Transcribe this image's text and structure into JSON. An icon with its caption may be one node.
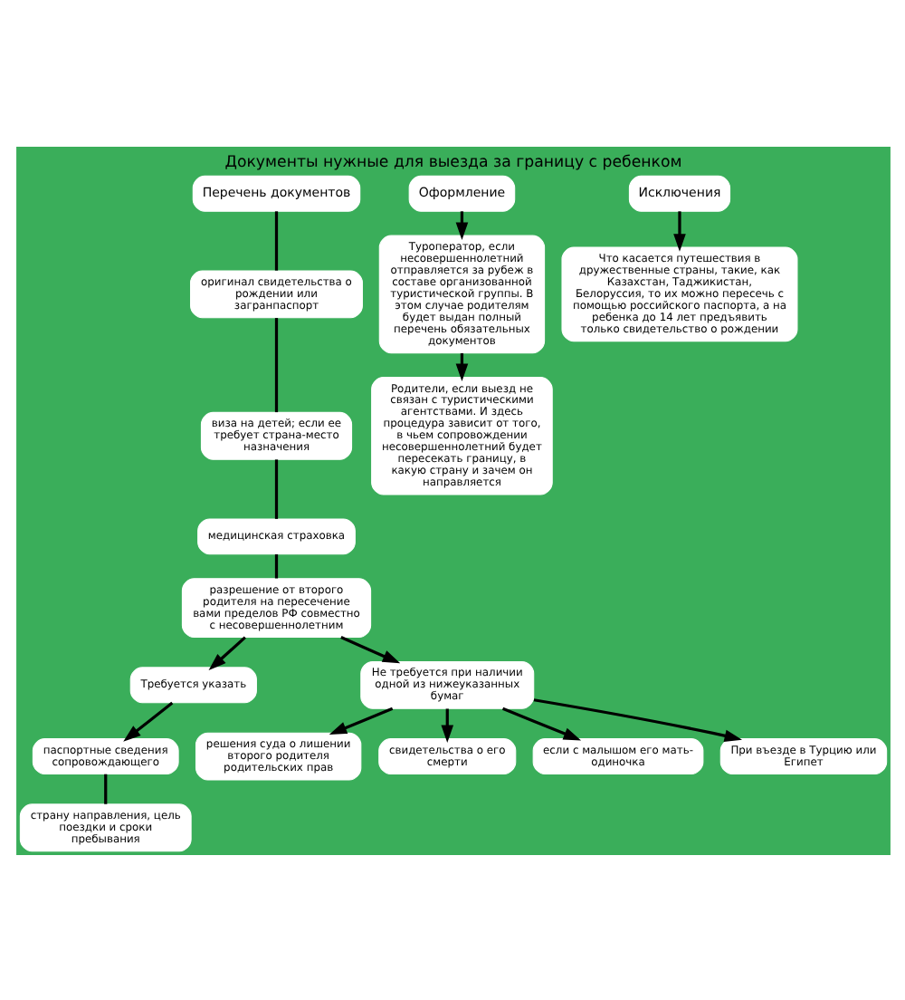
{
  "diagram": {
    "title": "Документы нужные для выезда за границу с ребенком",
    "nodes": [
      {
        "text": [
          "Перечень документов"
        ]
      },
      {
        "text": [
          "оригинал свидетельства о рождении или загранпаспорт"
        ]
      },
      {
        "text": [
          "виза на детей; если ее требует страна-место назначения"
        ]
      },
      {
        "text": [
          "медицинская страховка"
        ]
      },
      {
        "text": [
          "разрешение от второго родителя на пересечение вами пределов РФ совместно с несовершеннолетним"
        ]
      },
      {
        "text": [
          "Требуется указать"
        ]
      },
      {
        "text": [
          "паспортные сведения сопровождающего"
        ]
      },
      {
        "text": [
          "страну направления, цель поездки и сроки пребывания"
        ]
      },
      {
        "text": [
          "Не требуется при наличии одной из нижеуказанных бумаг"
        ]
      },
      {
        "text": [
          "решения суда о лишении второго родителя родительских прав"
        ]
      },
      {
        "text": [
          "свидетельства о его смерти"
        ]
      },
      {
        "text": [
          "если с малышом его мать-одиночка"
        ]
      },
      {
        "text": [
          "При въезде в Турцию или Египет"
        ]
      },
      {
        "text": [
          "Оформление"
        ]
      },
      {
        "text": [
          "Туроператор, если несовершеннолетний отправляется за рубеж в составе организованной туристической группы. В этом случае родителям будет выдан полный перечень обязательных документов"
        ]
      },
      {
        "text": [
          "Родители, если выезд не связан с туристическими агентствами. И здесь процедура зависит от того, в чьем сопровождении несовершеннолетний будет пересекать границу, в какую страну и зачем он направляется"
        ]
      },
      {
        "text": [
          "Исключения"
        ]
      },
      {
        "text": [
          "Что касается путешествия в дружественные страны, такие, как Казахстан, Таджикистан, Белоруссия, то их можно пересечь с помощью российского паспорта, а на ребенка до 14 лет предъявить только свидетельство о рождении"
        ]
      }
    ],
    "edges": [
      {
        "from": 0,
        "to": 1,
        "arrow": "none"
      },
      {
        "from": 1,
        "to": 2,
        "arrow": "none"
      },
      {
        "from": 2,
        "to": 3,
        "arrow": "none"
      },
      {
        "from": 3,
        "to": 4,
        "arrow": "none"
      },
      {
        "from": 4,
        "to": 5,
        "arrow": "to"
      },
      {
        "from": 4,
        "to": 8,
        "arrow": "to"
      },
      {
        "from": 5,
        "to": 6,
        "arrow": "to"
      },
      {
        "from": 6,
        "to": 7,
        "arrow": "none"
      },
      {
        "from": 8,
        "to": 9,
        "arrow": "to"
      },
      {
        "from": 8,
        "to": 10,
        "arrow": "to"
      },
      {
        "from": 8,
        "to": 11,
        "arrow": "to"
      },
      {
        "from": 8,
        "to": 12,
        "arrow": "to"
      },
      {
        "from": 13,
        "to": 14,
        "arrow": "to"
      },
      {
        "from": 14,
        "to": 15,
        "arrow": "to"
      },
      {
        "from": 16,
        "to": 17,
        "arrow": "to"
      }
    ]
  }
}
